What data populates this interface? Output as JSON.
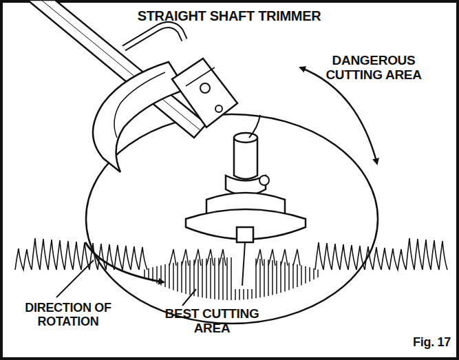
{
  "diagram": {
    "title": "STRAIGHT SHAFT TRIMMER",
    "caption": "Fig. 17",
    "labels": [
      "DANGEROUS CUTTING AREA",
      "BEST CUTTING AREA",
      "DIRECTION OF ROTATION"
    ]
  }
}
